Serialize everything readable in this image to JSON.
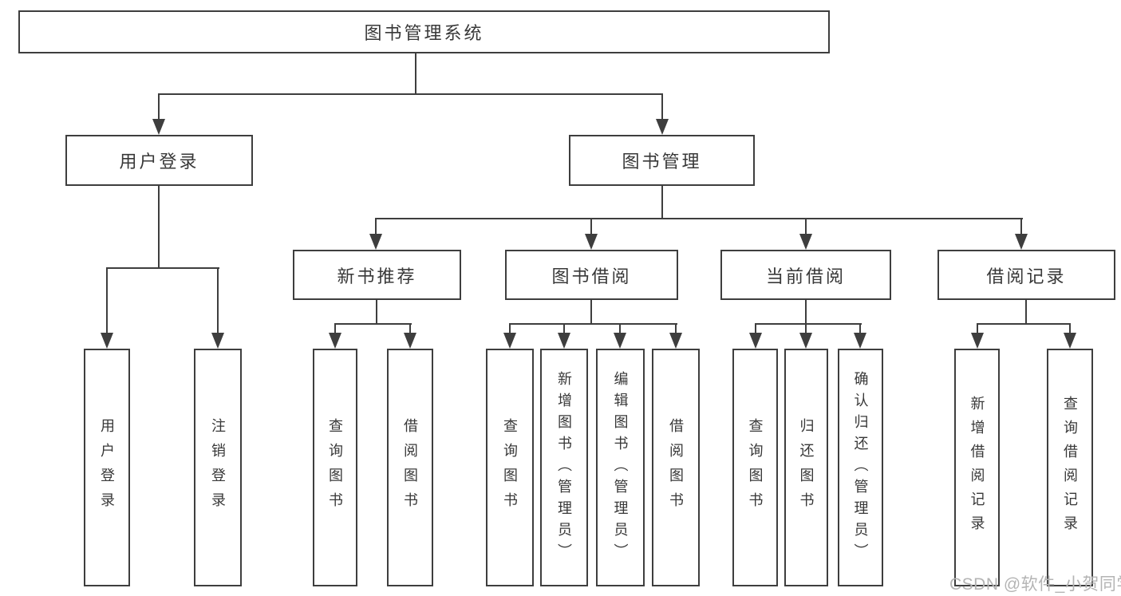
{
  "diagram": {
    "title_node": {
      "label": "图书管理系统"
    },
    "level2": [
      {
        "label": "用户登录"
      },
      {
        "label": "图书管理"
      }
    ],
    "level3": [
      {
        "label": "新书推荐"
      },
      {
        "label": "图书借阅"
      },
      {
        "label": "当前借阅"
      },
      {
        "label": "借阅记录"
      }
    ],
    "leaves": {
      "user_login": [
        "用户登录",
        "注销登录"
      ],
      "new_book": [
        "查询图书",
        "借阅图书"
      ],
      "book_borrow": [
        "查询图书",
        "新增图书（管理员）",
        "编辑图书（管理员）",
        "借阅图书"
      ],
      "current_borrow": [
        "查询图书",
        "归还图书",
        "确认归还（管理员）"
      ],
      "borrow_record": [
        "新增借阅记录",
        "查询借阅记录"
      ]
    },
    "watermark": "CSDN @软件_小贺同学",
    "colors": {
      "line": "#3e3e3e",
      "text": "#383838",
      "watermark": "#b4b4b4",
      "background": "#ffffff"
    }
  }
}
